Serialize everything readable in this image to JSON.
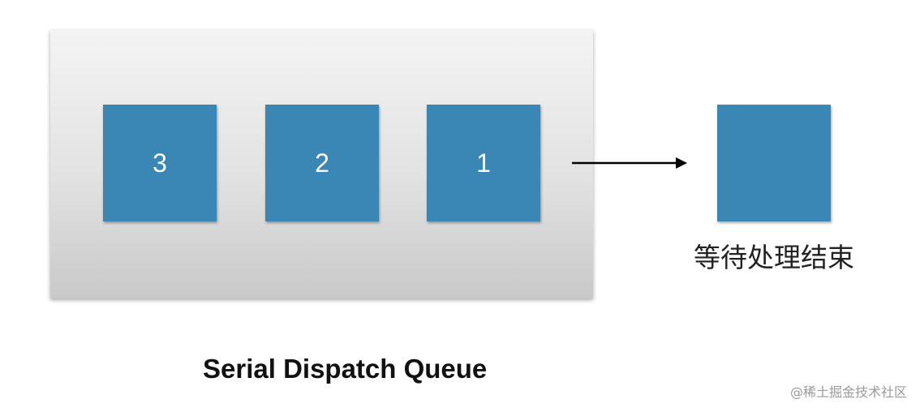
{
  "queue": {
    "title": "Serial Dispatch Queue",
    "tasks": [
      "3",
      "2",
      "1"
    ]
  },
  "processing": {
    "label": "等待处理结束"
  },
  "watermark": "@稀土掘金技术社区",
  "colors": {
    "task_block": "#3a86b4",
    "task_text": "#ffffff",
    "arrow": "#000000"
  }
}
